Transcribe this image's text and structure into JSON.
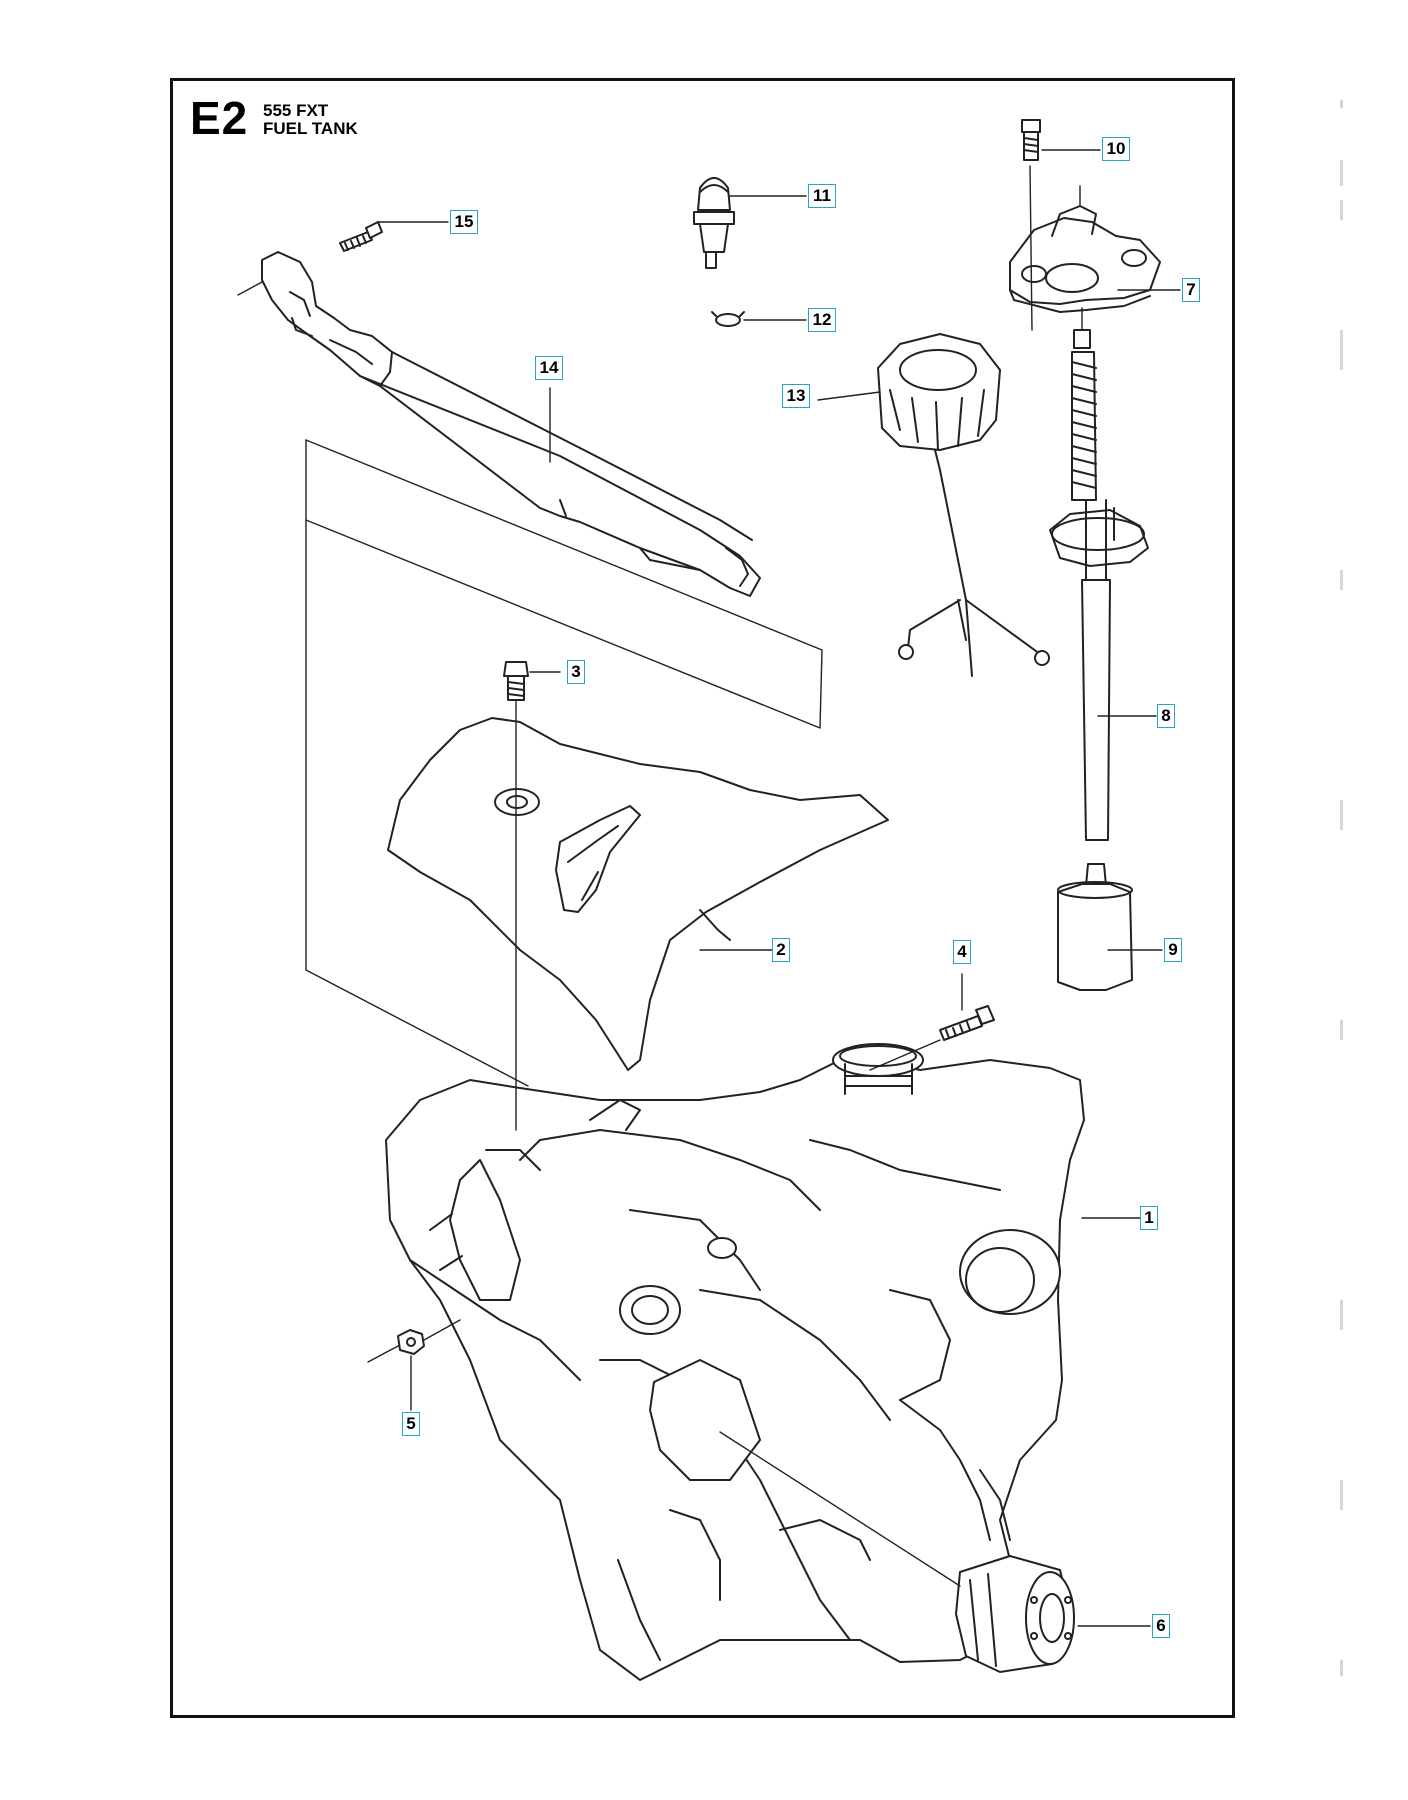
{
  "header": {
    "section_code": "E2",
    "model": "555 FXT",
    "title": "FUEL TANK"
  },
  "callouts": [
    {
      "id": "c1",
      "label": "1"
    },
    {
      "id": "c2",
      "label": "2"
    },
    {
      "id": "c3",
      "label": "3"
    },
    {
      "id": "c4",
      "label": "4"
    },
    {
      "id": "c5",
      "label": "5"
    },
    {
      "id": "c6",
      "label": "6"
    },
    {
      "id": "c7",
      "label": "7"
    },
    {
      "id": "c8",
      "label": "8"
    },
    {
      "id": "c9",
      "label": "9"
    },
    {
      "id": "c10",
      "label": "10"
    },
    {
      "id": "c11",
      "label": "11"
    },
    {
      "id": "c12",
      "label": "12"
    },
    {
      "id": "c13",
      "label": "13"
    },
    {
      "id": "c14",
      "label": "14"
    },
    {
      "id": "c15",
      "label": "15"
    }
  ],
  "colors": {
    "frame": "#111111",
    "line_art": "#222222",
    "callout_border": "#29a3c7"
  }
}
